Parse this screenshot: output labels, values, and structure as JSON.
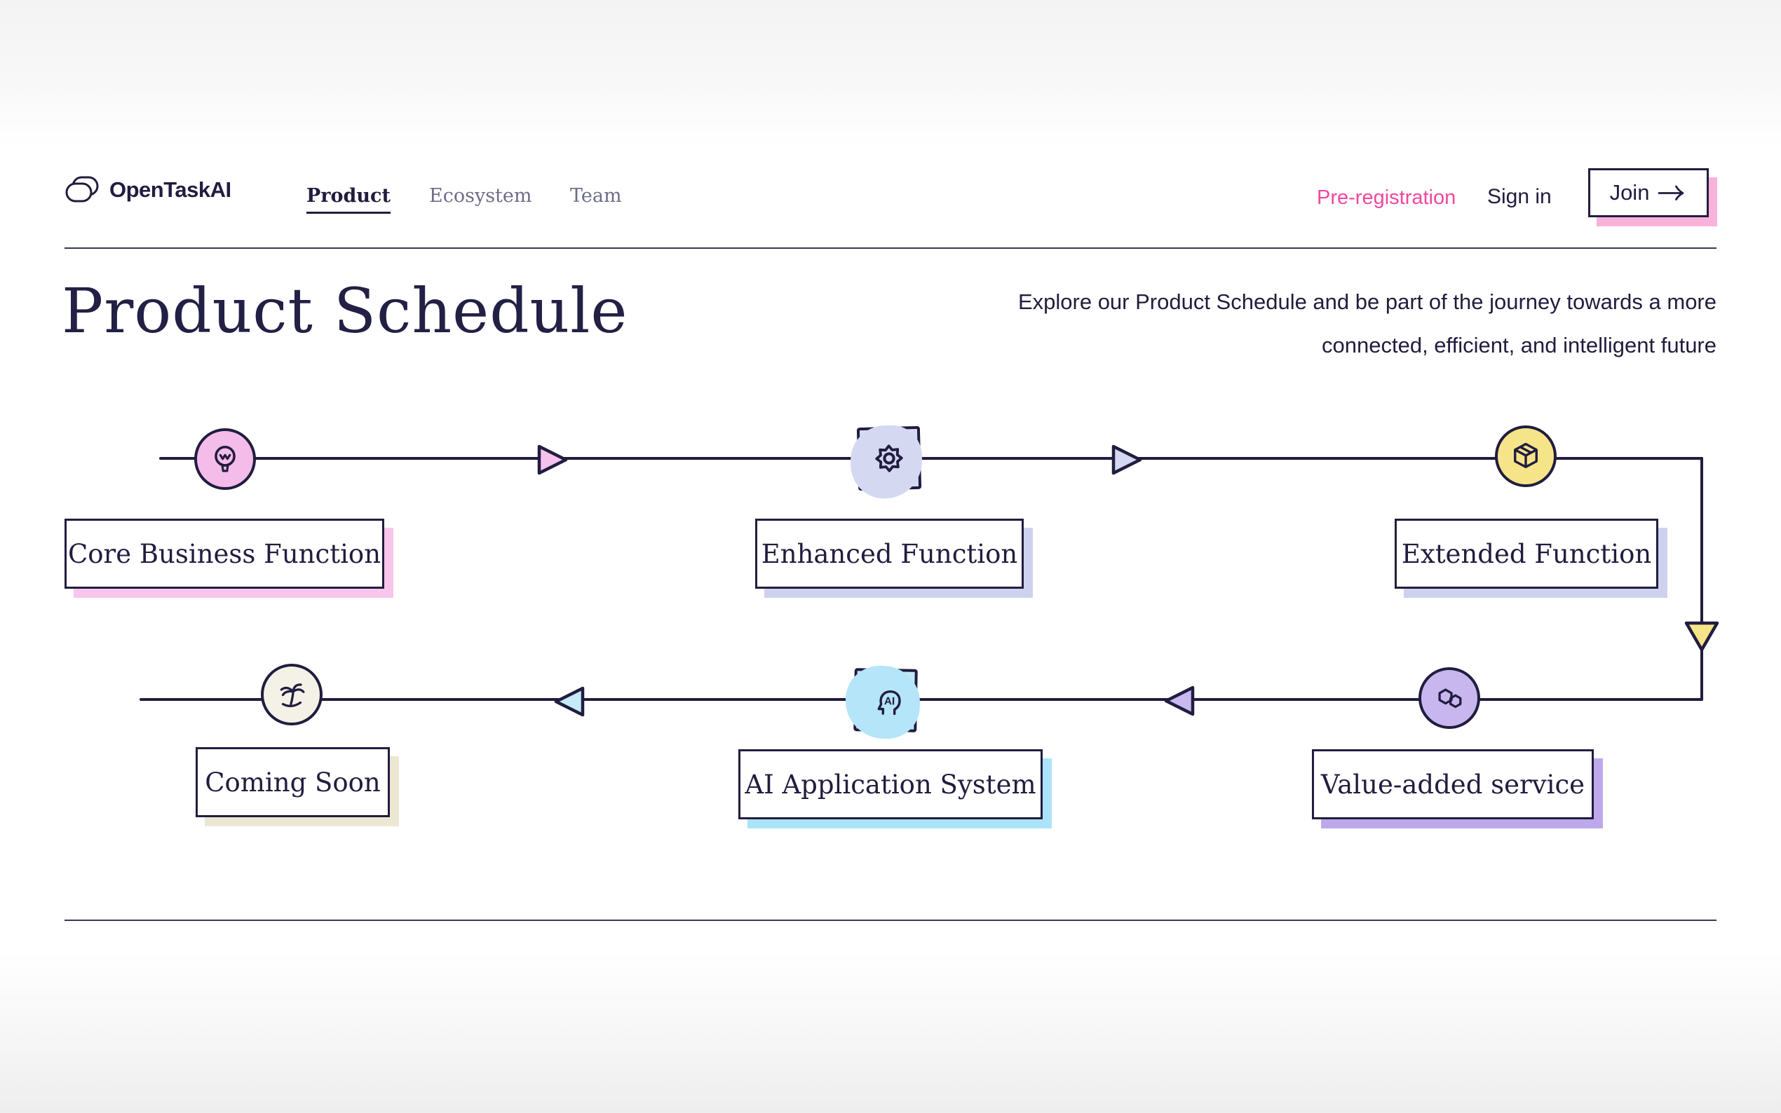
{
  "header": {
    "brand": "OpenTaskAI",
    "nav": [
      {
        "label": "Product",
        "active": true
      },
      {
        "label": "Ecosystem",
        "active": false
      },
      {
        "label": "Team",
        "active": false
      }
    ],
    "preregistration_label": "Pre-registration",
    "signin_label": "Sign in",
    "join_label": "Join"
  },
  "hero": {
    "title": "Product Schedule",
    "subtitle_line1": "Explore our Product Schedule and be part of the journey towards a more",
    "subtitle_line2": "connected, efficient, and intelligent future"
  },
  "timeline": {
    "ai_icon_text": "AI",
    "row1": [
      {
        "label": "Core Business Function",
        "icon": "lightbulb-icon",
        "shape": "circle",
        "fill": "#f3bce9",
        "shadow": "#f8c6ec"
      },
      {
        "label": "Enhanced Function",
        "icon": "gear-icon",
        "shape": "square",
        "fill": "#d8dbf3",
        "shadow": "#ced2ef"
      },
      {
        "label": "Extended Function",
        "icon": "package-icon",
        "shape": "circle",
        "fill": "#f6e489",
        "shadow": "#ced2ef"
      }
    ],
    "row2": [
      {
        "label": "Coming Soon",
        "icon": "palm-tree-icon",
        "shape": "circle",
        "fill": "#f4f2e6",
        "shadow": "#ebe7d2"
      },
      {
        "label": "AI Application System",
        "icon": "ai-head-icon",
        "shape": "square",
        "fill": "#bfe9f8",
        "shadow": "#abe3f8"
      },
      {
        "label": "Value-added service",
        "icon": "polygon-icon",
        "shape": "circle",
        "fill": "#c8b7ef",
        "shadow": "#bca9ec"
      }
    ]
  },
  "colors": {
    "ink": "#211d3f",
    "accent_pink": "#f0479f",
    "join_shadow_pink": "#f9b3da",
    "arrow_row1_first": "#f4c2ec",
    "arrow_row1_second": "#d4d8f3",
    "arrow_down": "#f6e489",
    "arrow_row2_first": "#c3ebf9",
    "arrow_row2_second": "#c9b9ef"
  }
}
